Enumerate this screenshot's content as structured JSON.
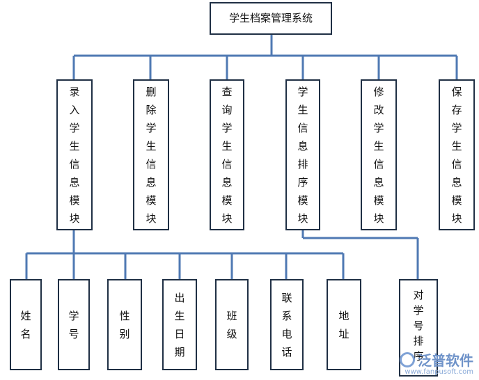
{
  "root": {
    "label": "学生档案管理系统"
  },
  "modules": [
    {
      "id": "entry",
      "label": "录入学生信息模块"
    },
    {
      "id": "delete",
      "label": "删除学生信息模块"
    },
    {
      "id": "query",
      "label": "查询学生信息模块"
    },
    {
      "id": "sort",
      "label": "学生信息排序模块"
    },
    {
      "id": "edit",
      "label": "修改学生信息模块"
    },
    {
      "id": "save",
      "label": "保存学生信息模块"
    }
  ],
  "entry_fields": [
    {
      "label": "姓名"
    },
    {
      "label": "学号"
    },
    {
      "label": "性别"
    },
    {
      "label": "出生日期"
    },
    {
      "label": "班级"
    },
    {
      "label": "联系电话"
    },
    {
      "label": "地址"
    }
  ],
  "sort_child": {
    "label": "对学号排序"
  },
  "watermark": {
    "name": "泛普软件",
    "url": "www.fanpusoft.com"
  },
  "colors": {
    "connector": "#4f79b3",
    "border": "#1f2f44"
  }
}
